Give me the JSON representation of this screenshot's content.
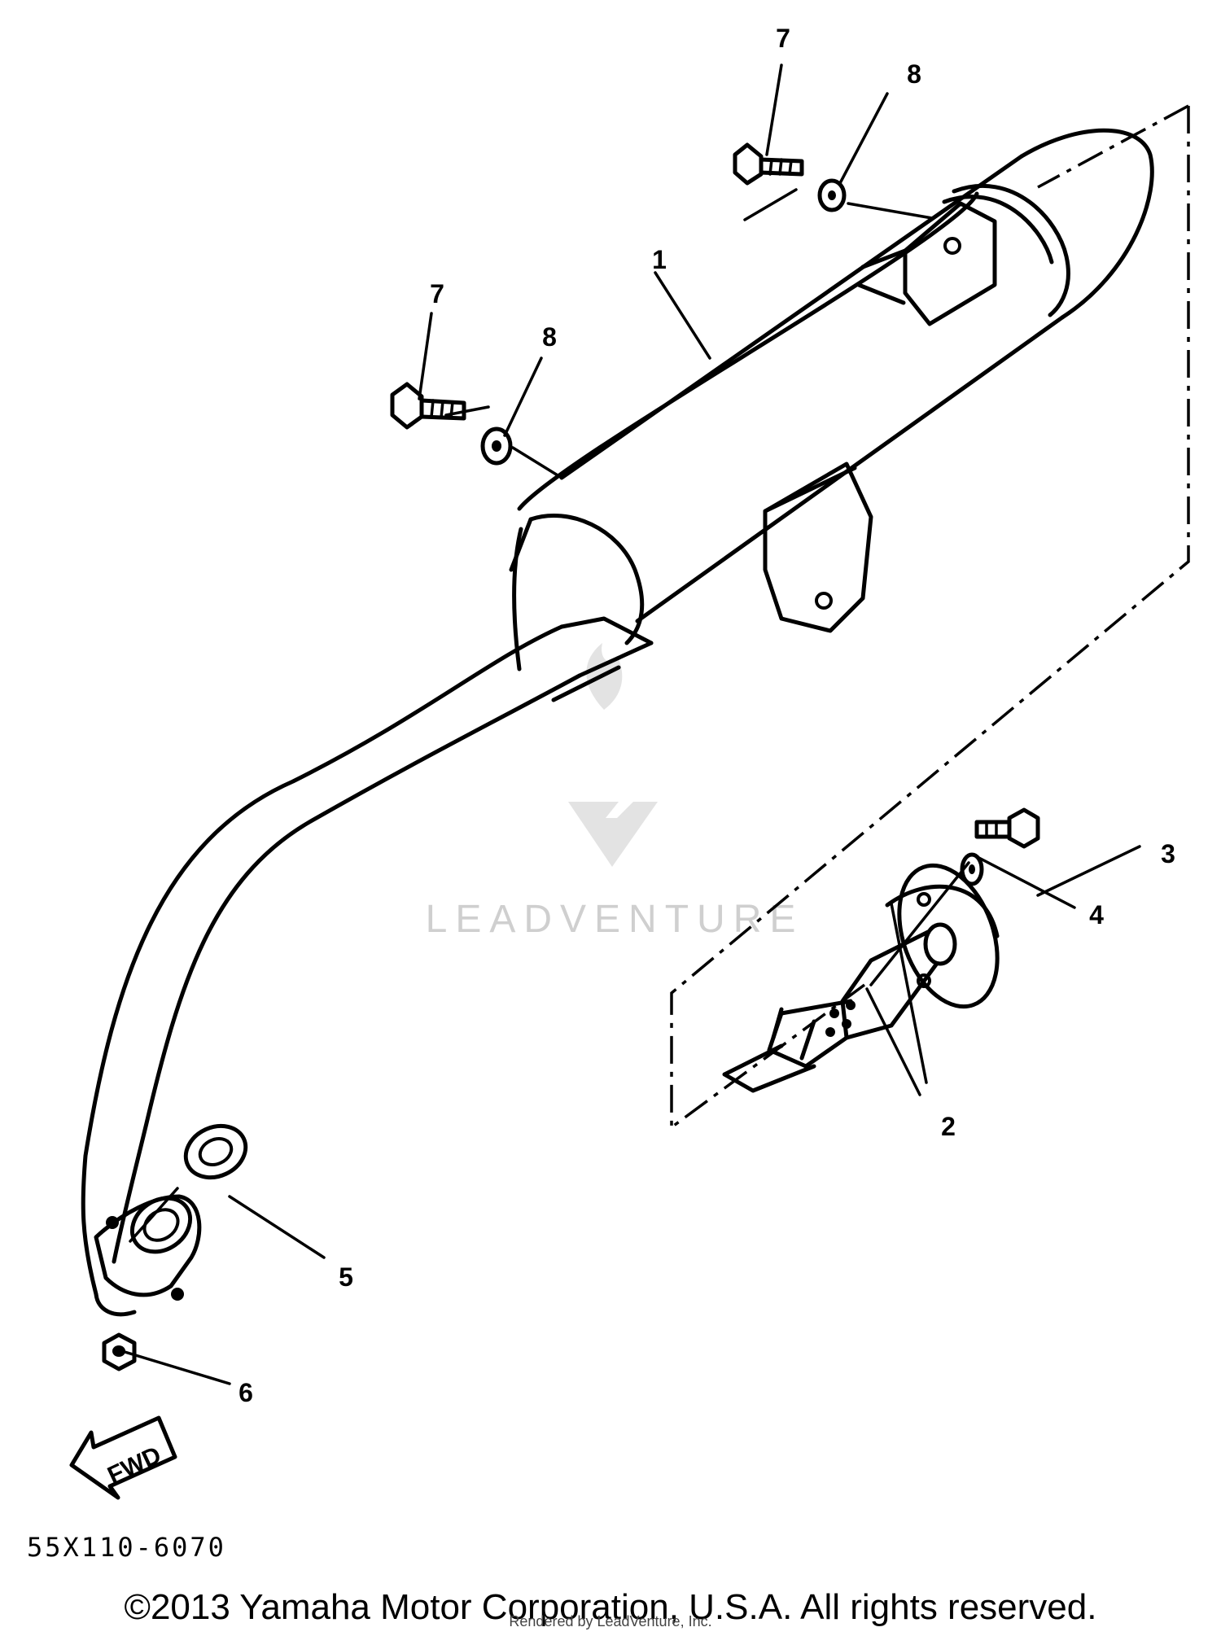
{
  "diagram": {
    "parts": [
      {
        "number": "1"
      },
      {
        "number": "2"
      },
      {
        "number": "3"
      },
      {
        "number": "4"
      },
      {
        "number": "5"
      },
      {
        "number": "6"
      },
      {
        "number": "7"
      },
      {
        "number": "8"
      },
      {
        "number": "7"
      },
      {
        "number": "8"
      }
    ],
    "fwd_label": "FWD",
    "catalog_code": "55X110-6070"
  },
  "watermark": {
    "brand": "LEADVENTURE"
  },
  "footer": {
    "copyright": "©2013 Yamaha Motor Corporation, U.S.A. All rights reserved.",
    "rendered_by": "Rendered by LeadVenture, Inc."
  }
}
